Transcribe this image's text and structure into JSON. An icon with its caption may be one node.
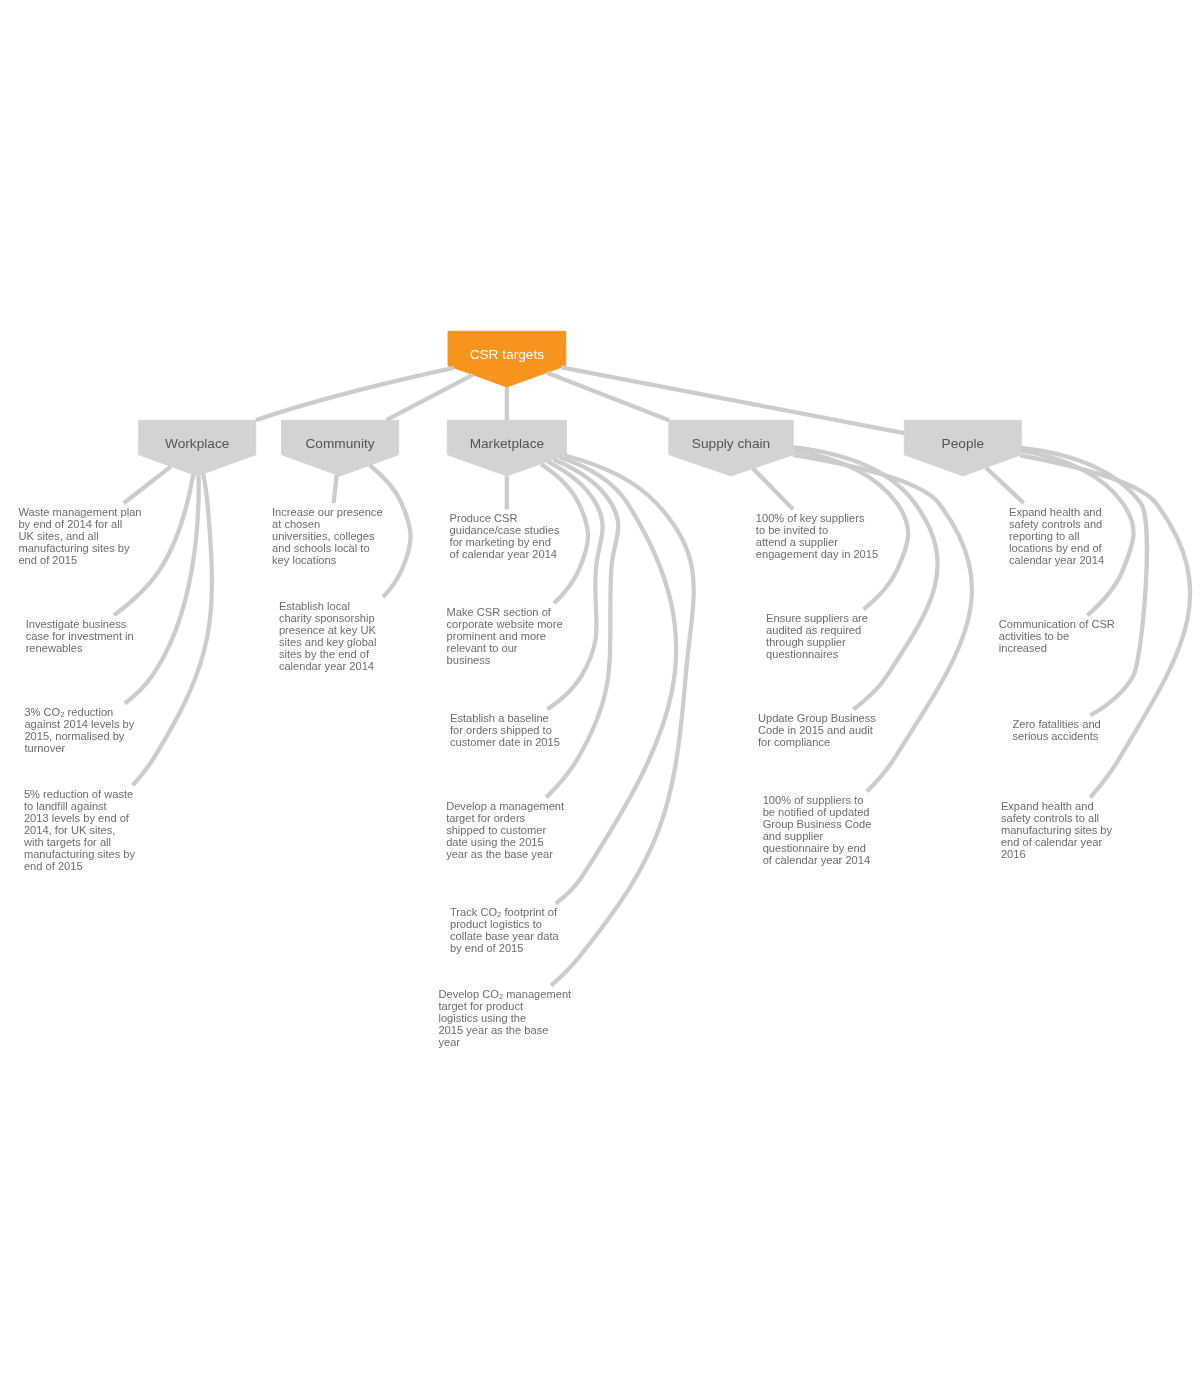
{
  "diagram": {
    "nodes": [
      {
        "text": [
          "CSR targets"
        ]
      },
      {
        "text": [
          "Workplace"
        ]
      },
      {
        "text": [
          "Community"
        ]
      },
      {
        "text": [
          "Marketplace"
        ]
      },
      {
        "text": [
          "Supply chain"
        ]
      },
      {
        "text": [
          "People"
        ]
      },
      {
        "text": [
          "Waste management plan by end of 2014 for all UK sites, and all manufacturing sites by end of 2015"
        ]
      },
      {
        "text": [
          "Investigate business case for investment in renewables"
        ]
      },
      {
        "text": [
          "3% CO₂ reduction against 2014 levels by 2015, normalised by turnover"
        ]
      },
      {
        "text": [
          "5% reduction of waste to landfill against 2013 levels by end of 2014, for UK sites, with targets for all manufacturing sites by end of 2015"
        ]
      },
      {
        "text": [
          "Increase our presence at chosen universities, colleges and schools local to key locations"
        ]
      },
      {
        "text": [
          "Establish local charity sponsorship presence at key UK sites and key global sites by the end of calendar year 2014"
        ]
      },
      {
        "text": [
          "Produce CSR guidance/case studies for marketing by end of calendar year 2014"
        ]
      },
      {
        "text": [
          "Make CSR section of corporate website more prominent and more relevant to our business"
        ]
      },
      {
        "text": [
          "Establish a baseline for orders shipped to customer date in 2015"
        ]
      },
      {
        "text": [
          "Develop a management target for orders shipped to customer date using the 2015 year as the base year"
        ]
      },
      {
        "text": [
          "Track CO₂ footprint of product logistics to collate base year data by end of 2015"
        ]
      },
      {
        "text": [
          "Develop CO₂ management target for product logistics using the 2015 year as the base year"
        ]
      },
      {
        "text": [
          "100% of key suppliers to be invited to attend a supplier engagement day in 2015"
        ]
      },
      {
        "text": [
          "Ensure suppliers are audited as required through supplier questionnaires"
        ]
      },
      {
        "text": [
          "Update Group Business Code in 2015 and audit for compliance"
        ]
      },
      {
        "text": [
          "100% of suppliers to be notified of updated Group Business Code and supplier questionnaire by end of calendar year 2014"
        ]
      },
      {
        "text": [
          "Expand health and safety controls and reporting to all locations by end of calendar year 2014"
        ]
      },
      {
        "text": [
          "Communication of CSR activities to be increased"
        ]
      },
      {
        "text": [
          "Zero fatalities and serious accidents"
        ]
      },
      {
        "text": [
          "Expand health and safety controls to all manufacturing sites by end of calendar year 2016"
        ]
      }
    ],
    "edges": [
      {
        "from": 0,
        "to": 1,
        "arrow": "none"
      },
      {
        "from": 0,
        "to": 2,
        "arrow": "none"
      },
      {
        "from": 0,
        "to": 3,
        "arrow": "none"
      },
      {
        "from": 0,
        "to": 4,
        "arrow": "none"
      },
      {
        "from": 0,
        "to": 5,
        "arrow": "none"
      },
      {
        "from": 1,
        "to": 6,
        "arrow": "none"
      },
      {
        "from": 1,
        "to": 7,
        "arrow": "none"
      },
      {
        "from": 1,
        "to": 8,
        "arrow": "none"
      },
      {
        "from": 1,
        "to": 9,
        "arrow": "none"
      },
      {
        "from": 2,
        "to": 10,
        "arrow": "none"
      },
      {
        "from": 2,
        "to": 11,
        "arrow": "none"
      },
      {
        "from": 3,
        "to": 12,
        "arrow": "none"
      },
      {
        "from": 3,
        "to": 13,
        "arrow": "none"
      },
      {
        "from": 3,
        "to": 14,
        "arrow": "none"
      },
      {
        "from": 3,
        "to": 15,
        "arrow": "none"
      },
      {
        "from": 3,
        "to": 16,
        "arrow": "none"
      },
      {
        "from": 3,
        "to": 17,
        "arrow": "none"
      },
      {
        "from": 4,
        "to": 18,
        "arrow": "none"
      },
      {
        "from": 4,
        "to": 19,
        "arrow": "none"
      },
      {
        "from": 4,
        "to": 20,
        "arrow": "none"
      },
      {
        "from": 4,
        "to": 21,
        "arrow": "none"
      },
      {
        "from": 5,
        "to": 22,
        "arrow": "none"
      },
      {
        "from": 5,
        "to": 23,
        "arrow": "none"
      },
      {
        "from": 5,
        "to": 24,
        "arrow": "none"
      },
      {
        "from": 5,
        "to": 25,
        "arrow": "none"
      }
    ]
  }
}
